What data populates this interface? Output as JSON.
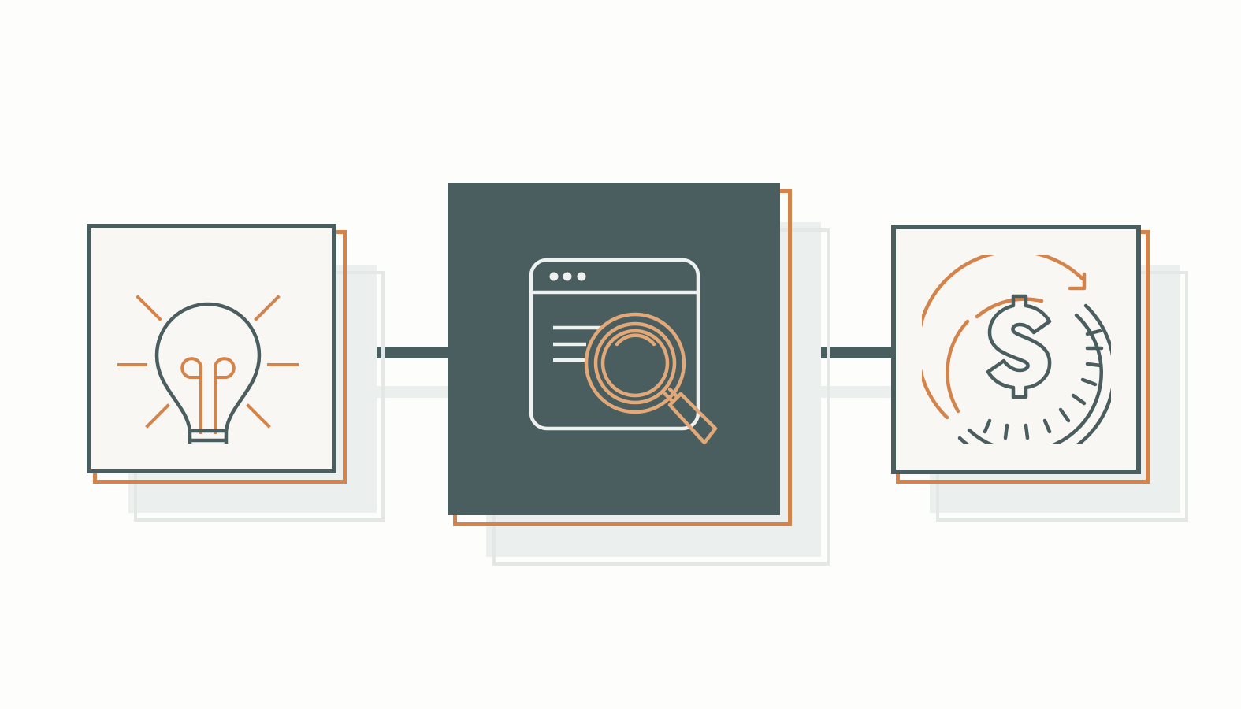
{
  "colors": {
    "background": "#fdfdfc",
    "slate": "#4a5e60",
    "orange": "#d4834a",
    "orange_light": "#e2a878",
    "card_fill": "#f9f7f4",
    "shadow": "#ebefee",
    "shadow_outline": "#e3e8e7",
    "icon_light": "#eef1f0"
  },
  "diagram": {
    "steps": [
      {
        "icon": "lightbulb-icon",
        "variant": "outlined"
      },
      {
        "icon": "browser-search-icon",
        "variant": "filled"
      },
      {
        "icon": "dollar-cycle-icon",
        "variant": "outlined"
      }
    ],
    "connectors": [
      {
        "from": 0,
        "to": 1
      },
      {
        "from": 1,
        "to": 2
      }
    ]
  }
}
